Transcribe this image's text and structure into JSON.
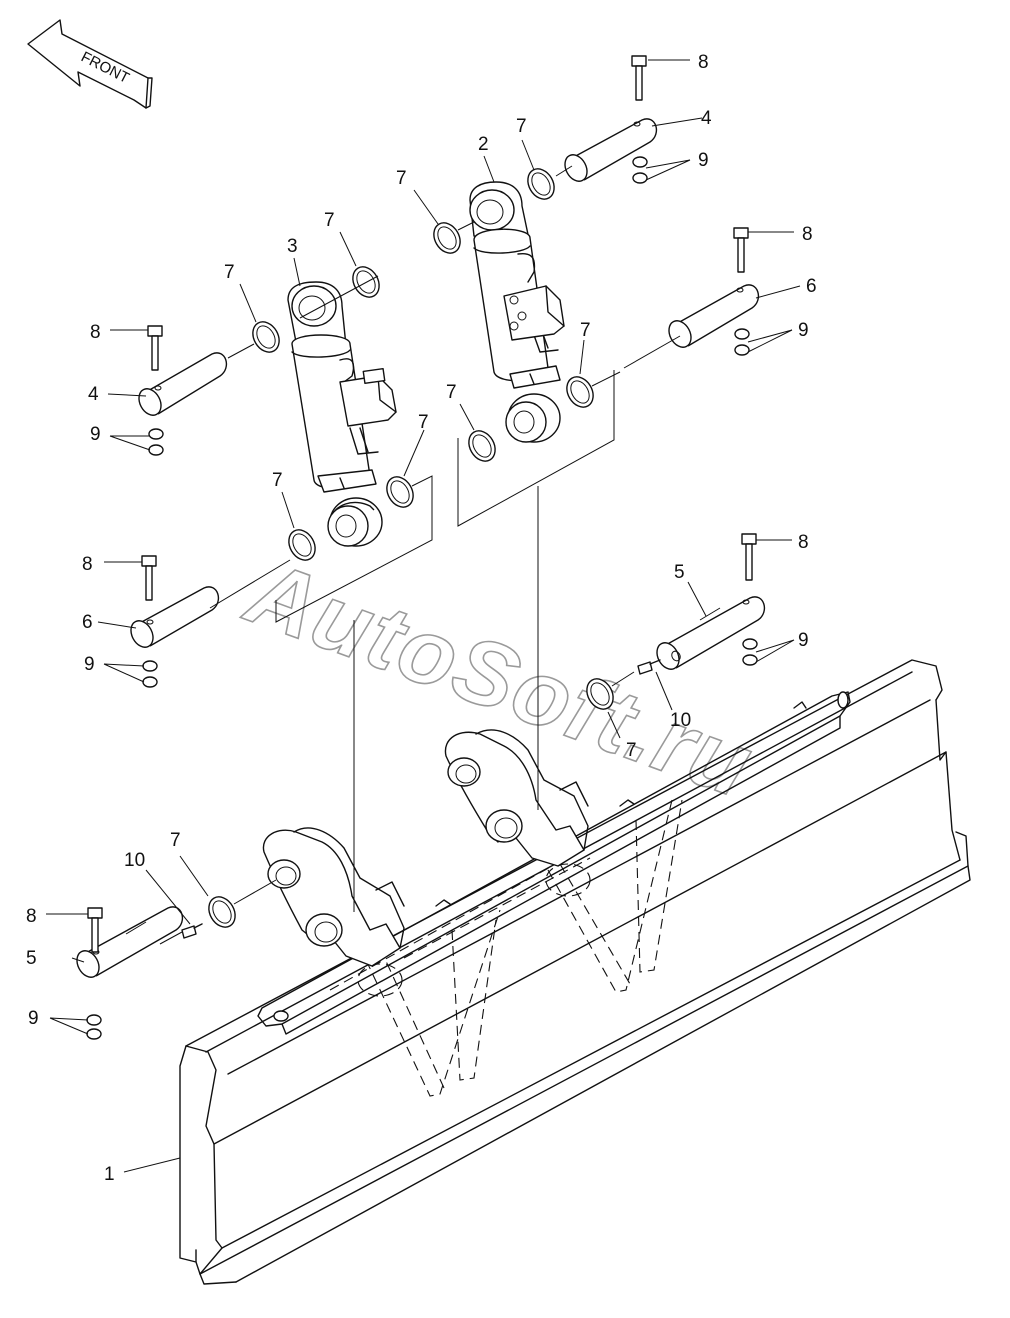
{
  "front_label": "FRONT",
  "watermark": "AutoSoft.ru",
  "callouts": {
    "c1": "1",
    "c2": "2",
    "c3": "3",
    "c4a": "4",
    "c4b": "4",
    "c5a": "5",
    "c5b": "5",
    "c6a": "6",
    "c6b": "6",
    "c7a": "7",
    "c7b": "7",
    "c7c": "7",
    "c7d": "7",
    "c7e": "7",
    "c7f": "7",
    "c7g": "7",
    "c7h": "7",
    "c7i": "7",
    "c7j": "7",
    "c8a": "8",
    "c8b": "8",
    "c8c": "8",
    "c8d": "8",
    "c8e": "8",
    "c9a": "9",
    "c9b": "9",
    "c9c": "9",
    "c9d": "9",
    "c9e": "9",
    "c9f": "9",
    "c10a": "10",
    "c10b": "10"
  }
}
